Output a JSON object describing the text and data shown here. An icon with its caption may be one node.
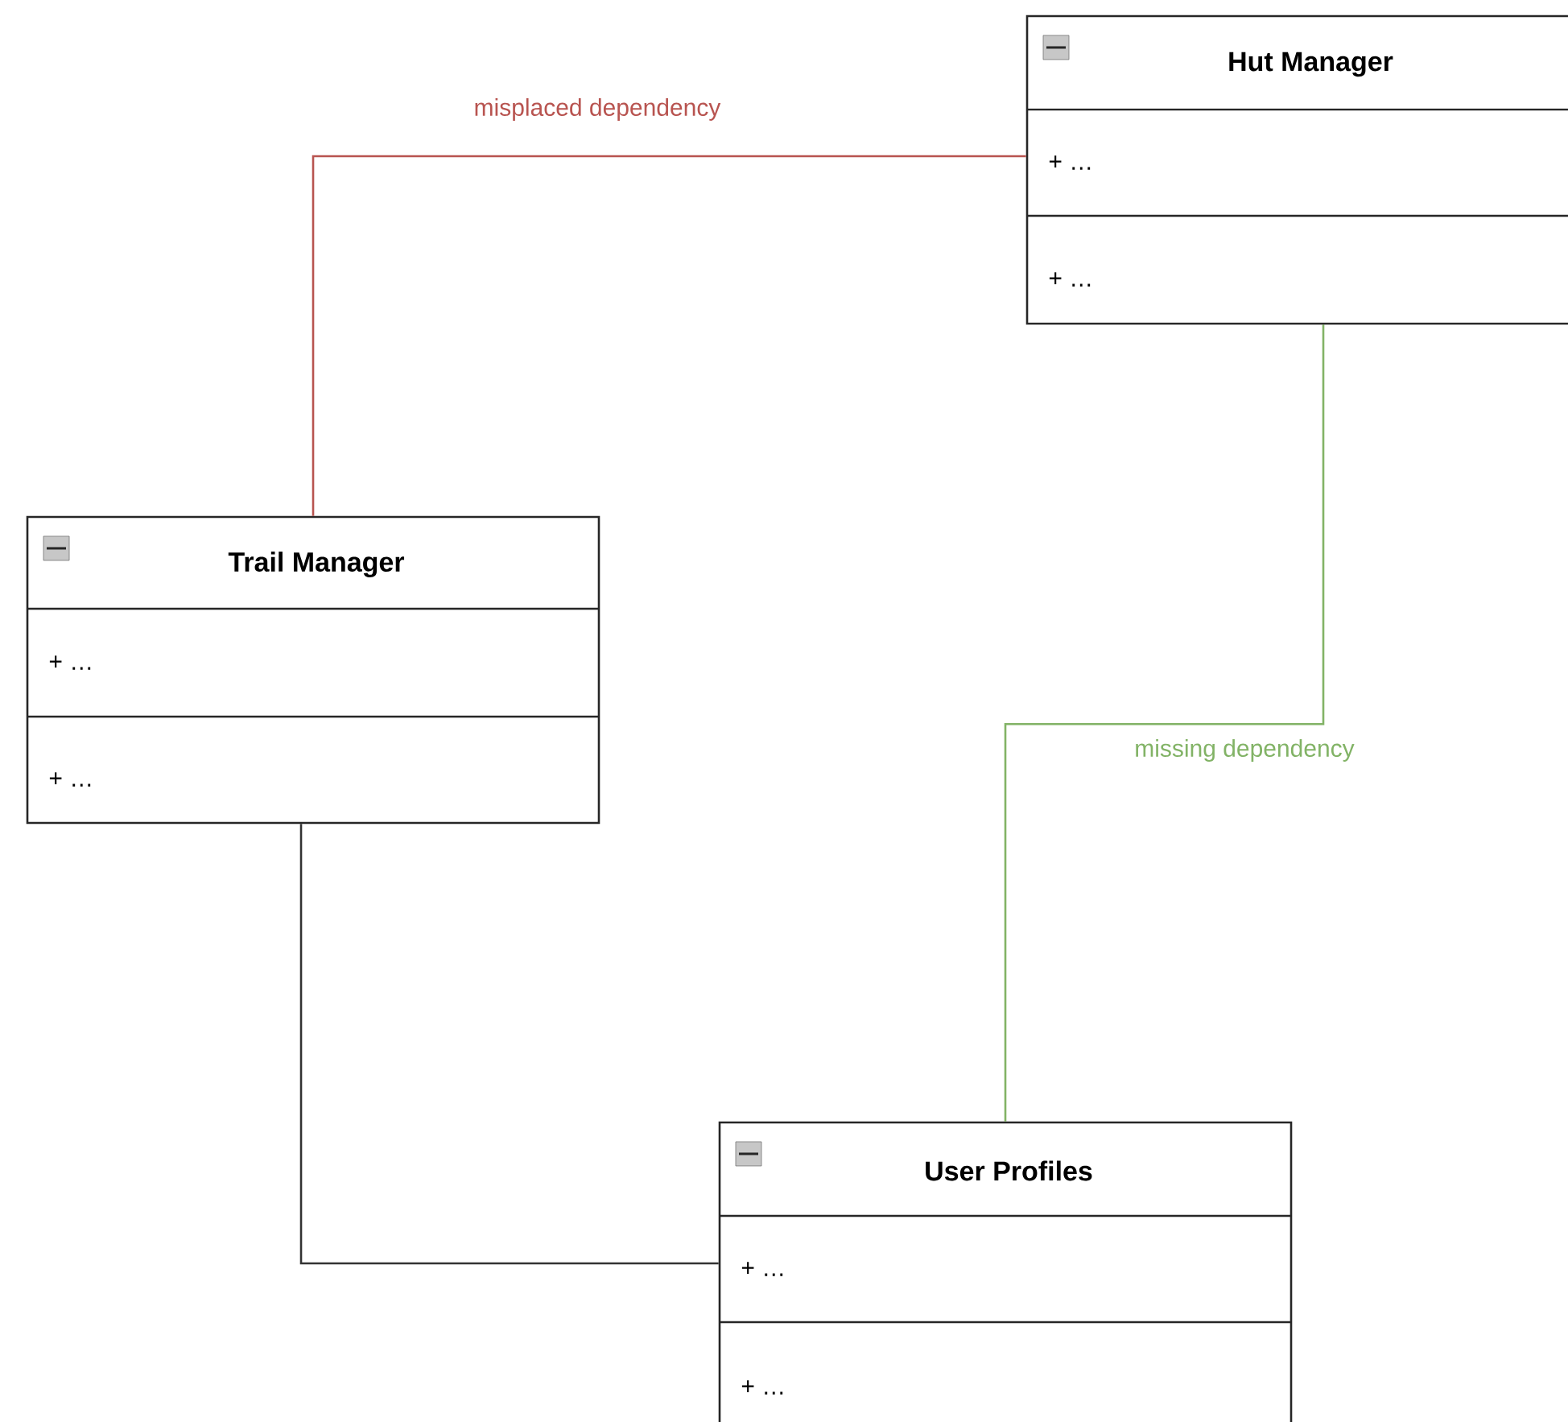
{
  "diagram": {
    "nodes": [
      {
        "text": [
          "Hut Manager",
          "+ …",
          "+ …"
        ]
      },
      {
        "text": [
          "Trail Manager",
          "+ …",
          "+ …"
        ]
      },
      {
        "text": [
          "User Profiles",
          "+ …",
          "+ …"
        ]
      }
    ],
    "edges": [
      {
        "from": 1,
        "to": 0,
        "arrow": "none",
        "label": "misplaced dependency",
        "color": "#b85450"
      },
      {
        "from": 0,
        "to": 2,
        "arrow": "none",
        "label": "missing dependency",
        "color": "#82b366"
      },
      {
        "from": 1,
        "to": 2,
        "arrow": "none",
        "color": "#333333"
      }
    ]
  }
}
